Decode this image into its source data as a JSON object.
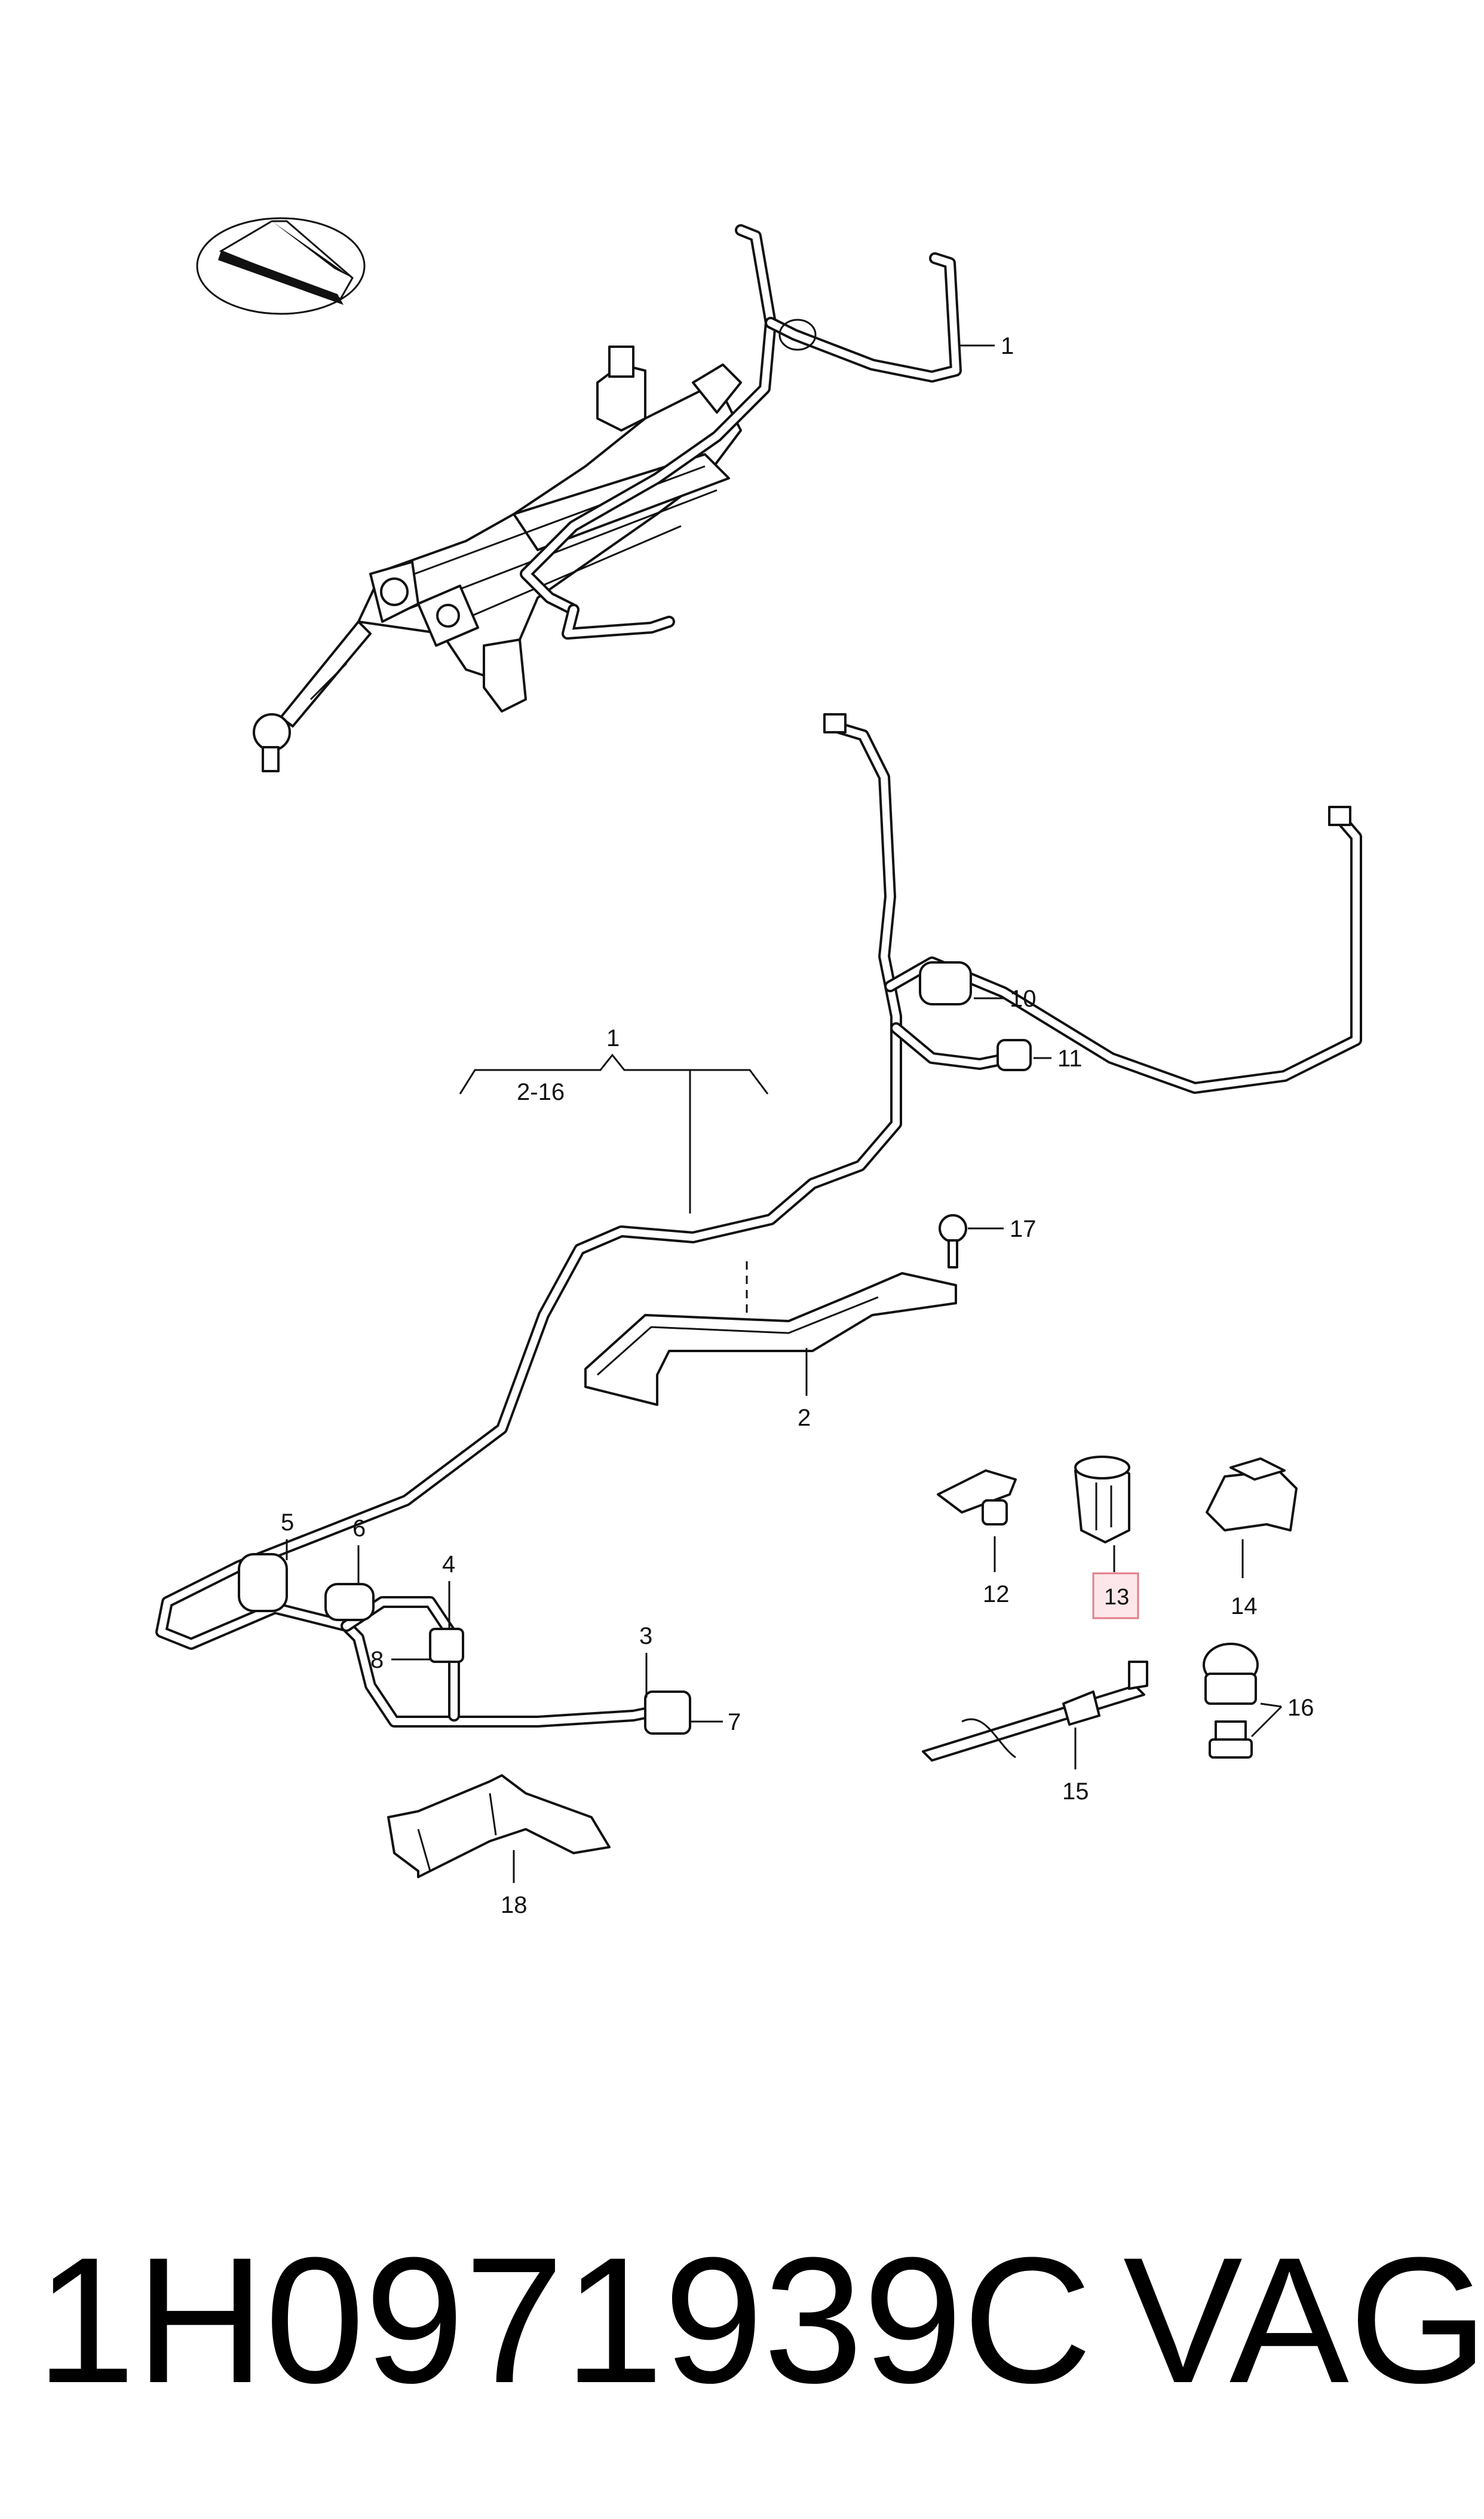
{
  "callouts": {
    "c1_top": "1",
    "c1_group": "1",
    "c_range": "2-16",
    "c2": "2",
    "c3": "3",
    "c4": "4",
    "c5": "5",
    "c6": "6",
    "c7": "7",
    "c8": "8",
    "c10": "10",
    "c11": "11",
    "c12": "12",
    "c13": "13",
    "c14": "14",
    "c15": "15",
    "c16": "16",
    "c17": "17",
    "c18": "18"
  },
  "highlighted_callout": "13",
  "footer": {
    "part_number": "1H0971939C",
    "brand": "VAG"
  },
  "colors": {
    "line": "#111111",
    "highlight_fill": "#fde7ea",
    "highlight_border": "#e27d8a"
  }
}
